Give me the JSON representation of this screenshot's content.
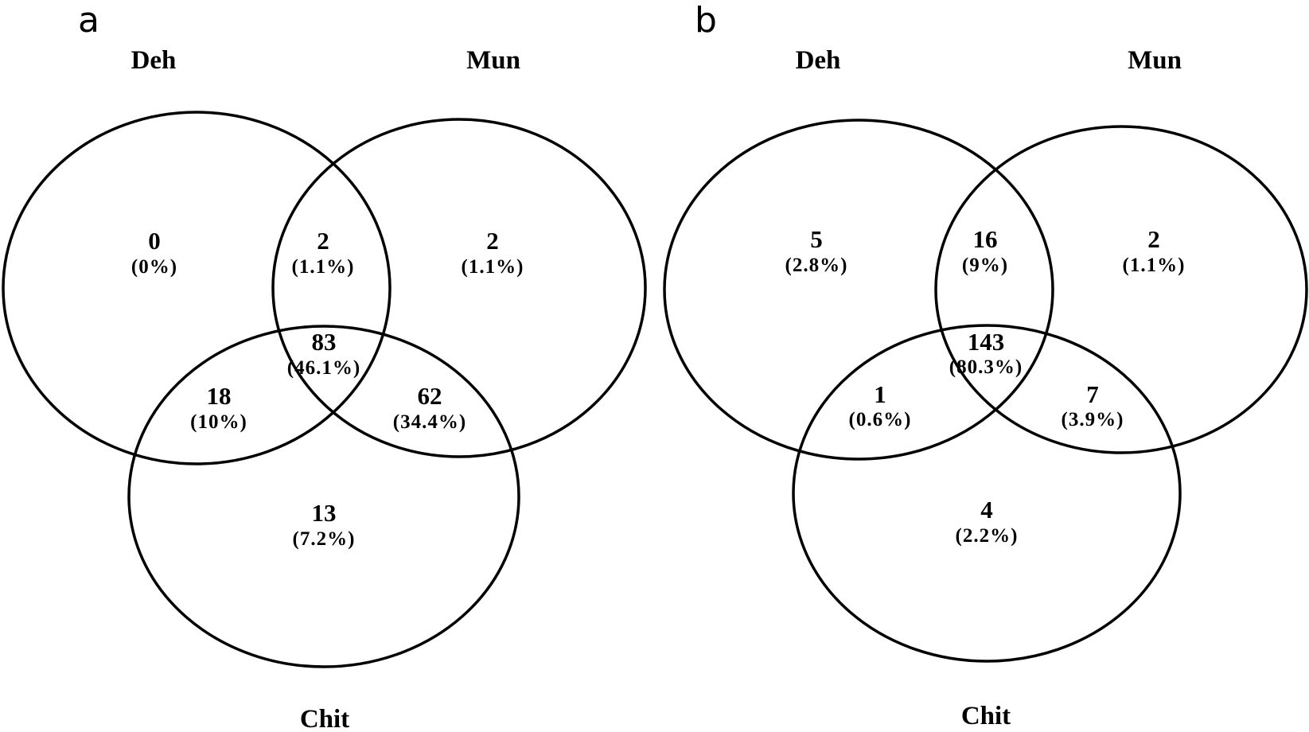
{
  "panels": [
    {
      "letter": "a",
      "sets": {
        "deh": "Deh",
        "mun": "Mun",
        "chit": "Chit"
      },
      "regions": {
        "deh_only": {
          "count": "0",
          "pct": "(0%)"
        },
        "deh_mun": {
          "count": "2",
          "pct": "(1.1%)"
        },
        "mun_only": {
          "count": "2",
          "pct": "(1.1%)"
        },
        "all": {
          "count": "83",
          "pct": "(46.1%)"
        },
        "deh_chit": {
          "count": "18",
          "pct": "(10%)"
        },
        "mun_chit": {
          "count": "62",
          "pct": "(34.4%)"
        },
        "chit_only": {
          "count": "13",
          "pct": "(7.2%)"
        }
      }
    },
    {
      "letter": "b",
      "sets": {
        "deh": "Deh",
        "mun": "Mun",
        "chit": "Chit"
      },
      "regions": {
        "deh_only": {
          "count": "5",
          "pct": "(2.8%)"
        },
        "deh_mun": {
          "count": "16",
          "pct": "(9%)"
        },
        "mun_only": {
          "count": "2",
          "pct": "(1.1%)"
        },
        "all": {
          "count": "143",
          "pct": "(80.3%)"
        },
        "deh_chit": {
          "count": "1",
          "pct": "(0.6%)"
        },
        "mun_chit": {
          "count": "7",
          "pct": "(3.9%)"
        },
        "chit_only": {
          "count": "4",
          "pct": "(2.2%)"
        }
      }
    }
  ]
}
